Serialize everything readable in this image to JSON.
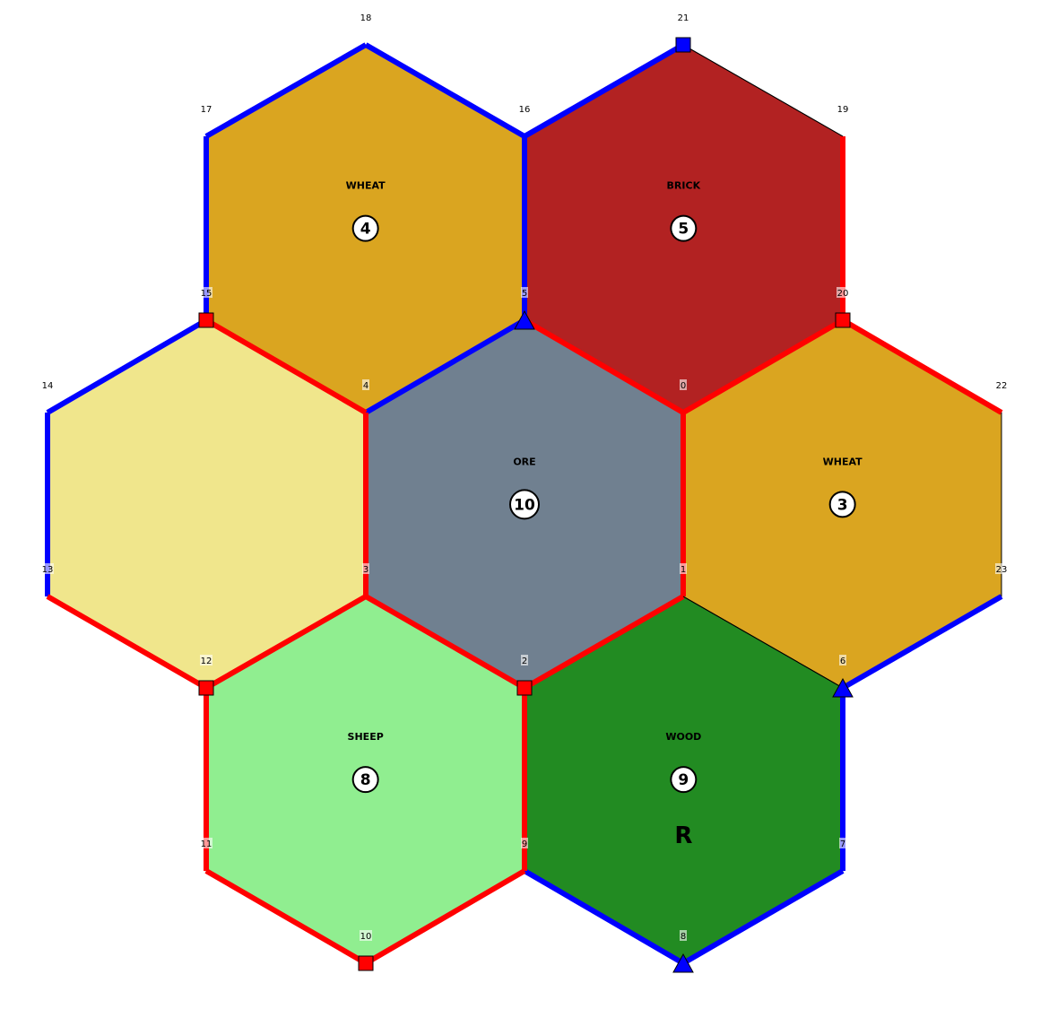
{
  "colors": {
    "wheat": "#DAA520",
    "brick": "#B22222",
    "ore": "#708090",
    "desert": "#F0E68C",
    "sheep": "#90EE90",
    "wood": "#228B22",
    "player_red": "#FF0000",
    "player_blue": "#0000FF",
    "unowned_edge": "#000000",
    "token_fill": "#FFFFFF"
  },
  "tiles": [
    {
      "id": "wheat-top",
      "resource": "WHEAT",
      "color": "#DAA520",
      "number": "4",
      "corners": [
        18,
        16,
        5,
        4,
        15,
        17
      ],
      "robber": ""
    },
    {
      "id": "brick",
      "resource": "BRICK",
      "color": "#B22222",
      "number": "5",
      "corners": [
        21,
        19,
        20,
        0,
        5,
        16
      ],
      "robber": ""
    },
    {
      "id": "desert",
      "resource": "",
      "color": "#F0E68C",
      "number": "",
      "corners": [
        15,
        4,
        3,
        12,
        13,
        14
      ],
      "robber": ""
    },
    {
      "id": "ore",
      "resource": "ORE",
      "color": "#708090",
      "number": "10",
      "corners": [
        5,
        0,
        1,
        2,
        3,
        4
      ],
      "robber": ""
    },
    {
      "id": "wheat-right",
      "resource": "WHEAT",
      "color": "#DAA520",
      "number": "3",
      "corners": [
        20,
        22,
        23,
        6,
        1,
        0
      ],
      "robber": ""
    },
    {
      "id": "sheep",
      "resource": "SHEEP",
      "color": "#90EE90",
      "number": "8",
      "corners": [
        3,
        2,
        9,
        10,
        11,
        12
      ],
      "robber": ""
    },
    {
      "id": "wood",
      "resource": "WOOD",
      "color": "#228B22",
      "number": "9",
      "corners": [
        1,
        6,
        7,
        8,
        9,
        2
      ],
      "robber": "R"
    }
  ],
  "nodes": [
    {
      "id": "0",
      "label": "0"
    },
    {
      "id": "1",
      "label": "1"
    },
    {
      "id": "2",
      "label": "2"
    },
    {
      "id": "3",
      "label": "3"
    },
    {
      "id": "4",
      "label": "4"
    },
    {
      "id": "5",
      "label": "5"
    },
    {
      "id": "6",
      "label": "6"
    },
    {
      "id": "7",
      "label": "7"
    },
    {
      "id": "8",
      "label": "8"
    },
    {
      "id": "9",
      "label": "9"
    },
    {
      "id": "10",
      "label": "10"
    },
    {
      "id": "11",
      "label": "11"
    },
    {
      "id": "12",
      "label": "12"
    },
    {
      "id": "13",
      "label": "13"
    },
    {
      "id": "14",
      "label": "14"
    },
    {
      "id": "15",
      "label": "15"
    },
    {
      "id": "16",
      "label": "16"
    },
    {
      "id": "17",
      "label": "17"
    },
    {
      "id": "18",
      "label": "18"
    },
    {
      "id": "19",
      "label": "19"
    },
    {
      "id": "20",
      "label": "20"
    },
    {
      "id": "21",
      "label": "21"
    },
    {
      "id": "22",
      "label": "22"
    },
    {
      "id": "23",
      "label": "23"
    }
  ],
  "roads": [
    {
      "from": 17,
      "to": 18,
      "owner": "blue"
    },
    {
      "from": 18,
      "to": 16,
      "owner": "blue"
    },
    {
      "from": 16,
      "to": 5,
      "owner": "blue"
    },
    {
      "from": 17,
      "to": 15,
      "owner": "blue"
    },
    {
      "from": 16,
      "to": 21,
      "owner": "blue"
    },
    {
      "from": 5,
      "to": 4,
      "owner": "blue"
    },
    {
      "from": 15,
      "to": 14,
      "owner": "blue"
    },
    {
      "from": 14,
      "to": 13,
      "owner": "blue"
    },
    {
      "from": 6,
      "to": 23,
      "owner": "blue"
    },
    {
      "from": 6,
      "to": 7,
      "owner": "blue"
    },
    {
      "from": 7,
      "to": 8,
      "owner": "blue"
    },
    {
      "from": 8,
      "to": 9,
      "owner": "blue"
    },
    {
      "from": 19,
      "to": 20,
      "owner": "red"
    },
    {
      "from": 20,
      "to": 0,
      "owner": "red"
    },
    {
      "from": 0,
      "to": 5,
      "owner": "red"
    },
    {
      "from": 20,
      "to": 22,
      "owner": "red"
    },
    {
      "from": 0,
      "to": 1,
      "owner": "red"
    },
    {
      "from": 15,
      "to": 4,
      "owner": "red"
    },
    {
      "from": 4,
      "to": 3,
      "owner": "red"
    },
    {
      "from": 3,
      "to": 2,
      "owner": "red"
    },
    {
      "from": 2,
      "to": 1,
      "owner": "red"
    },
    {
      "from": 3,
      "to": 12,
      "owner": "red"
    },
    {
      "from": 12,
      "to": 13,
      "owner": "red"
    },
    {
      "from": 12,
      "to": 11,
      "owner": "red"
    },
    {
      "from": 11,
      "to": 10,
      "owner": "red"
    },
    {
      "from": 10,
      "to": 9,
      "owner": "red"
    },
    {
      "from": 9,
      "to": 2,
      "owner": "red"
    },
    {
      "from": 21,
      "to": 19,
      "owner": "none"
    },
    {
      "from": 22,
      "to": 23,
      "owner": "none"
    },
    {
      "from": 1,
      "to": 6,
      "owner": "none"
    }
  ],
  "buildings": [
    {
      "node": 21,
      "type": "settlement",
      "owner": "blue"
    },
    {
      "node": 5,
      "type": "city",
      "owner": "blue"
    },
    {
      "node": 6,
      "type": "city",
      "owner": "blue"
    },
    {
      "node": 8,
      "type": "city",
      "owner": "blue"
    },
    {
      "node": 15,
      "type": "settlement",
      "owner": "red"
    },
    {
      "node": 20,
      "type": "settlement",
      "owner": "red"
    },
    {
      "node": 12,
      "type": "settlement",
      "owner": "red"
    },
    {
      "node": 2,
      "type": "settlement",
      "owner": "red"
    },
    {
      "node": 10,
      "type": "settlement",
      "owner": "red"
    }
  ]
}
